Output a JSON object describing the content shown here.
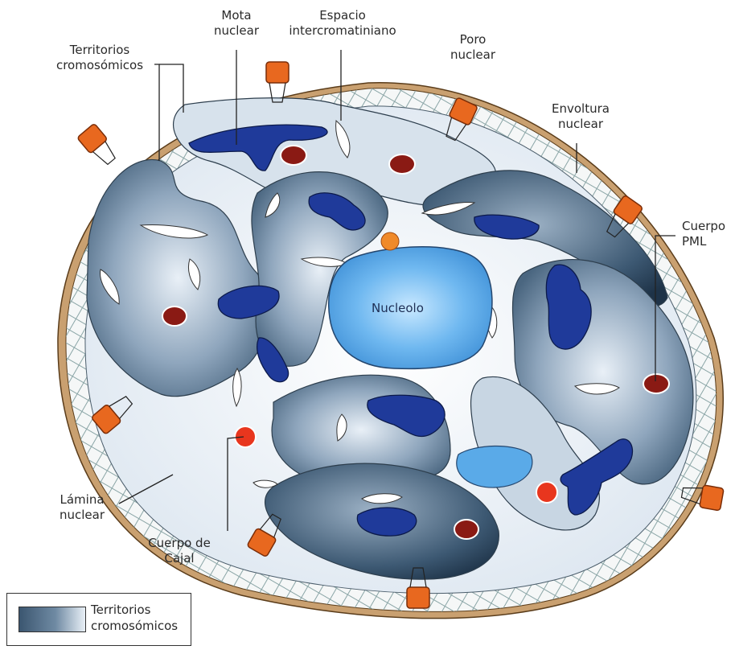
{
  "labels": {
    "chromosome_territories": "Territorios\ncromosómicos",
    "nuclear_speckle": "Mota\nnuclear",
    "interchromatin_space": "Espacio\nintercromatiniano",
    "nuclear_pore": "Poro\nnuclear",
    "nuclear_envelope": "Envoltura\nnuclear",
    "pml_body": "Cuerpo\nPML",
    "nucleolus": "Nucleolo",
    "nuclear_lamina": "Lámina\nnuclear",
    "cajal_body": "Cuerpo de\nCajal"
  },
  "legend": {
    "text": "Territorios\ncromosómicos"
  },
  "colors": {
    "envelope": "#c9a070",
    "lamina_line": "#7f9a9c",
    "pore": "#e8681f",
    "territory_dark": "#36516a",
    "territory_light": "#dfe9f3",
    "speckle": "#1f3a9a",
    "nucleolus": "#56a6e6",
    "spot_red": "#8a1a14",
    "cajal": "#e8361e"
  }
}
